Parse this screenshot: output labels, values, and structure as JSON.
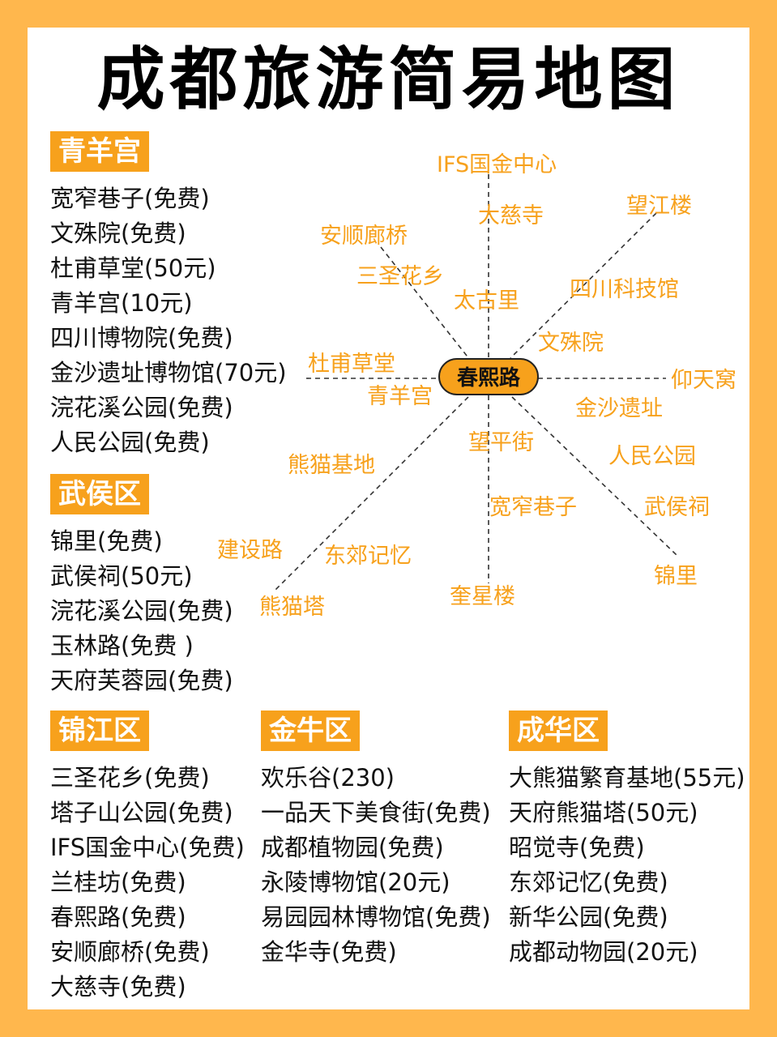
{
  "title": "成都旅游简易地图",
  "colors": {
    "background": "#ffb74d",
    "accent": "#f7a11c",
    "text": "#111111",
    "panel": "#ffffff"
  },
  "sections": {
    "qingyang": {
      "label": "青羊宫",
      "items": [
        "宽窄巷子(免费)",
        "文殊院(免费)",
        "杜甫草堂(50元)",
        "青羊宫(10元)",
        "四川博物院(免费)",
        "金沙遗址博物馆(70元)",
        "浣花溪公园(免费)",
        "人民公园(免费)"
      ]
    },
    "wuhou": {
      "label": "武侯区",
      "items": [
        "锦里(免费)",
        "武侯祠(50元)",
        "浣花溪公园(免费)",
        "玉林路(免费 )",
        "天府芙蓉园(免费)"
      ]
    },
    "jinjiang": {
      "label": "锦江区",
      "items": [
        "三圣花乡(免费)",
        "塔子山公园(免费)",
        "IFS国金中心(免费)",
        "兰桂坊(免费)",
        "春熙路(免费)",
        "安顺廊桥(免费)",
        "大慈寺(免费)"
      ]
    },
    "jinniu": {
      "label": "金牛区",
      "items": [
        "欢乐谷(230)",
        "一品天下美食街(免费)",
        "成都植物园(免费)",
        "永陵博物馆(20元)",
        "易园园林博物馆(免费)",
        "金华寺(免费)"
      ]
    },
    "chenghua": {
      "label": "成华区",
      "items": [
        "大熊猫繁育基地(55元)",
        "天府熊猫塔(50元)",
        "昭觉寺(免费)",
        "东郊记忆(免费)",
        "新华公园(免费)",
        "成都动物园(20元)"
      ]
    }
  },
  "map": {
    "center": "春熙路",
    "north": [
      "IFS国金中心",
      "大慈寺",
      "太古里"
    ],
    "northeast": [
      "望江楼",
      "四川科技馆",
      "文殊院"
    ],
    "northwest": [
      "安顺廊桥",
      "三圣花乡"
    ],
    "west": [
      "杜甫草堂",
      "青羊宫"
    ],
    "east": [
      "仰天窝",
      "金沙遗址"
    ],
    "southwest": [
      "熊猫基地",
      "建设路",
      "东郊记忆",
      "熊猫塔"
    ],
    "south": [
      "望平街",
      "宽窄巷子",
      "奎星楼"
    ],
    "southeast": [
      "人民公园",
      "武侯祠",
      "锦里"
    ]
  }
}
